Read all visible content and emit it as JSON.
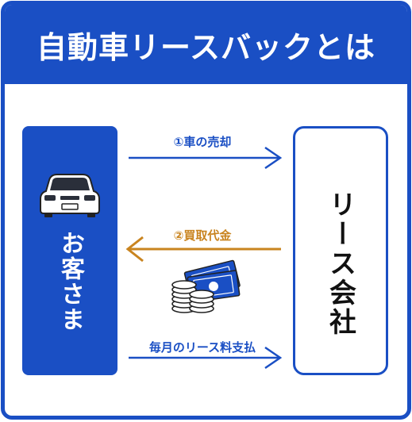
{
  "header": {
    "title": "自動車リースバックとは"
  },
  "customer": {
    "label": "お客さま",
    "icon": "car-icon"
  },
  "company": {
    "label": "リース会社"
  },
  "arrows": [
    {
      "label": "①車の売却",
      "direction": "customer-to-company",
      "color": "#1a4fc4"
    },
    {
      "label": "②買取代金",
      "direction": "company-to-customer",
      "color": "#c9841f",
      "icon": "money-icon"
    },
    {
      "label": "毎月のリース料支払",
      "direction": "customer-to-company",
      "color": "#1a4fc4"
    }
  ],
  "colors": {
    "brand_blue": "#1a4fc4",
    "gold": "#c9841f",
    "background": "#ffffff"
  }
}
